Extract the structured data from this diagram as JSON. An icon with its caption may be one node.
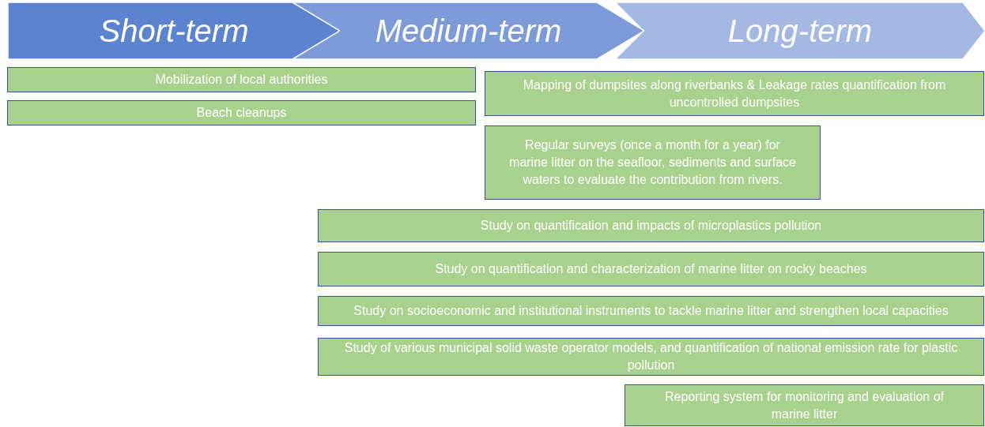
{
  "diagram": {
    "nodes": [
      {
        "text": [
          "Short-term"
        ]
      },
      {
        "text": [
          "Medium-term"
        ]
      },
      {
        "text": [
          "Long-term"
        ]
      },
      {
        "text": [
          "Mobilization of local authorities"
        ]
      },
      {
        "text": [
          "Beach cleanups"
        ]
      },
      {
        "text": [
          "Mapping of dumpsites along riverbanks & Leakage rates quantification from uncontrolled dumpsites"
        ]
      },
      {
        "text": [
          "Regular surveys (once a month for a year) for marine litter on the seafloor, sediments and surface waters to evaluate the contribution from rivers."
        ]
      },
      {
        "text": [
          "Study on quantification and impacts of microplastics pollution"
        ]
      },
      {
        "text": [
          "Study on quantification and characterization of marine litter on rocky beaches"
        ]
      },
      {
        "text": [
          "Study on socioeconomic and institutional instruments to tackle marine litter and strengthen local capacities"
        ]
      },
      {
        "text": [
          "Study of various municipal solid waste operator models, and quantification of national emission rate for plastic pollution"
        ]
      },
      {
        "text": [
          "Reporting system for monitoring and evaluation of marine litter"
        ]
      }
    ]
  }
}
